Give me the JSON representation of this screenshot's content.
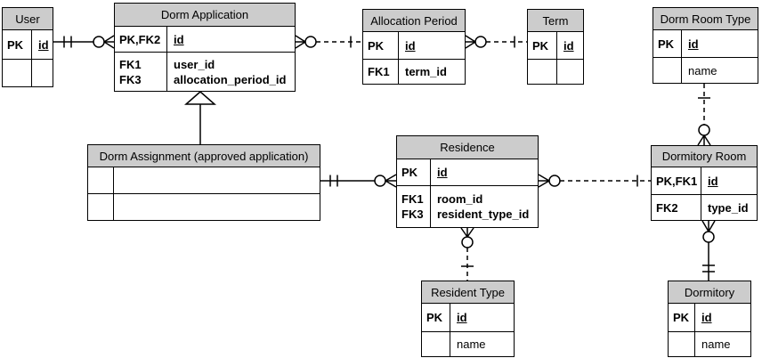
{
  "entities": {
    "user": {
      "title": "User",
      "rows": [
        {
          "key": "PK",
          "field": "id"
        },
        {
          "key": "",
          "field": ""
        }
      ]
    },
    "dorm_application": {
      "title": "Dorm Application",
      "rows": [
        {
          "key": "PK,FK2",
          "field": "id"
        },
        {
          "key": "FK1",
          "field": "user_id",
          "key2": "FK3",
          "field2": "allocation_period_id"
        }
      ]
    },
    "allocation_period": {
      "title": "Allocation Period",
      "rows": [
        {
          "key": "PK",
          "field": "id"
        },
        {
          "key": "FK1",
          "field": "term_id"
        }
      ]
    },
    "term": {
      "title": "Term",
      "rows": [
        {
          "key": "PK",
          "field": "id"
        },
        {
          "key": "",
          "field": ""
        }
      ]
    },
    "dorm_room_type": {
      "title": "Dorm Room Type",
      "rows": [
        {
          "key": "PK",
          "field": "id"
        },
        {
          "key": "",
          "field": "name"
        }
      ]
    },
    "dorm_assignment": {
      "title": "Dorm Assignment (approved application)",
      "rows": [
        {
          "key": "",
          "field": ""
        },
        {
          "key": "",
          "field": ""
        }
      ]
    },
    "residence": {
      "title": "Residence",
      "rows": [
        {
          "key": "PK",
          "field": "id"
        },
        {
          "key": "FK1",
          "field": "room_id",
          "key2": "FK3",
          "field2": "resident_type_id"
        }
      ]
    },
    "dormitory_room": {
      "title": "Dormitory Room",
      "rows": [
        {
          "key": "PK,FK1",
          "field": "id"
        },
        {
          "key": "FK2",
          "field": "type_id"
        }
      ]
    },
    "resident_type": {
      "title": "Resident Type",
      "rows": [
        {
          "key": "PK",
          "field": "id"
        },
        {
          "key": "",
          "field": "name"
        }
      ]
    },
    "dormitory": {
      "title": "Dormitory",
      "rows": [
        {
          "key": "PK",
          "field": "id"
        },
        {
          "key": "",
          "field": "name"
        }
      ]
    }
  },
  "relationships": [
    {
      "from": "User",
      "to": "Dorm Application",
      "from_end": "one-and-only-one",
      "to_end": "zero-or-many",
      "line": "solid"
    },
    {
      "from": "Dorm Application",
      "to": "Allocation Period",
      "from_end": "zero-or-many",
      "to_end": "one",
      "line": "dashed"
    },
    {
      "from": "Allocation Period",
      "to": "Term",
      "from_end": "zero-or-many",
      "to_end": "one",
      "line": "dashed"
    },
    {
      "from": "Dorm Assignment (approved application)",
      "to": "Dorm Application",
      "type": "generalization",
      "line": "solid"
    },
    {
      "from": "Dorm Assignment (approved application)",
      "to": "Residence",
      "from_end": "one-and-only-one",
      "to_end": "zero-or-many",
      "line": "solid"
    },
    {
      "from": "Residence",
      "to": "Dormitory Room",
      "from_end": "zero-or-many",
      "to_end": "one",
      "line": "dashed"
    },
    {
      "from": "Residence",
      "to": "Resident Type",
      "from_end": "zero-or-many",
      "to_end": "one",
      "line": "dashed"
    },
    {
      "from": "Dorm Room Type",
      "to": "Dormitory Room",
      "from_end": "one",
      "to_end": "zero-or-many",
      "line": "dashed"
    },
    {
      "from": "Dormitory Room",
      "to": "Dormitory",
      "from_end": "zero-or-many",
      "to_end": "one-and-only-one",
      "line": "solid"
    }
  ],
  "colors": {
    "header_fill": "#cccccc",
    "border": "#000000",
    "line": "#000000",
    "background": "#ffffff"
  }
}
